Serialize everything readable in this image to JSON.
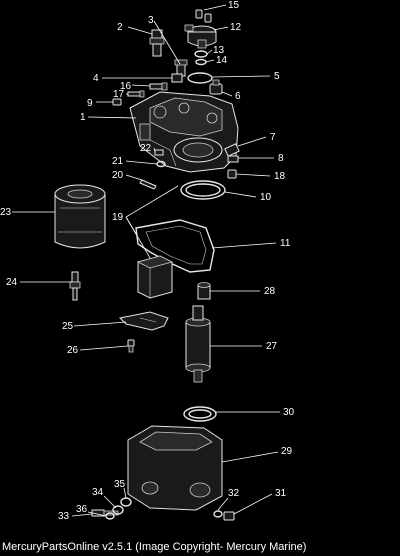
{
  "callouts": [
    "1",
    "2",
    "3",
    "4",
    "5",
    "6",
    "7",
    "8",
    "9",
    "10",
    "11",
    "12",
    "13",
    "14",
    "15",
    "16",
    "17",
    "18",
    "19",
    "20",
    "21",
    "22",
    "23",
    "24",
    "25",
    "26",
    "27",
    "28",
    "29",
    "30",
    "31",
    "32",
    "33",
    "34",
    "35",
    "36"
  ],
  "footer": "MercuryPartsOnline v2.5.1 (Image Copyright- Mercury Marine)"
}
